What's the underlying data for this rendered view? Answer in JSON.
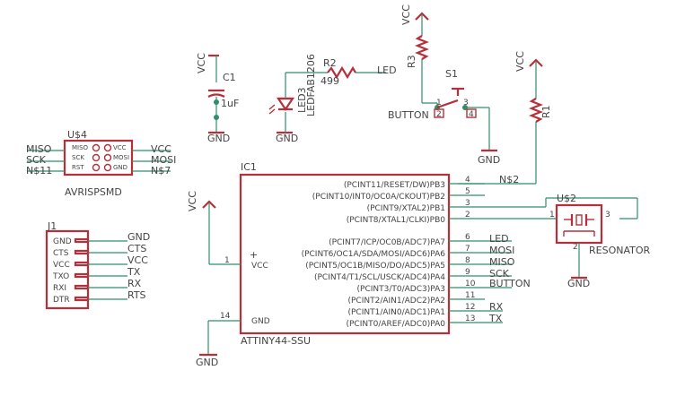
{
  "colors": {
    "part": "#b5303a",
    "wire": "#2e8f6a",
    "text": "#444444",
    "background": "#ffffff"
  },
  "supplies": {
    "vcc": "VCC",
    "gnd": "GND"
  },
  "c1": {
    "name": "C1",
    "value": "1uF"
  },
  "r2": {
    "name": "R2",
    "value": "499"
  },
  "led": {
    "name": "LED3",
    "value": "LEDFAB1206"
  },
  "r3": {
    "name": "R3"
  },
  "r1": {
    "name": "R1"
  },
  "s1": {
    "name": "S1",
    "pin1": "1",
    "pin2": "2",
    "pin3": "3",
    "pin4": "4"
  },
  "button_label": "BUTTON",
  "led_net": "LED",
  "isp": {
    "name": "U$4",
    "value": "AVRISPSMD",
    "pins_left": [
      "MISO",
      "SCK",
      "RST"
    ],
    "pins_right": [
      "VCC",
      "MOSI",
      "GND"
    ],
    "nets_left": [
      "MISO",
      "SCK",
      "N$11"
    ],
    "nets_right": [
      "VCC",
      "MOSI",
      "N$7"
    ]
  },
  "j1": {
    "name": "J1",
    "pins": [
      "GND",
      "CTS",
      "VCC",
      "TXO",
      "RXI",
      "DTR"
    ],
    "nets": [
      "GND",
      "CTS",
      "VCC",
      "TX",
      "RX",
      "RTS"
    ]
  },
  "ic1": {
    "name": "IC1",
    "value": "ATTINY44-SSU",
    "vcc_pin": "1",
    "vcc_label": "VCC",
    "plus": "+",
    "gnd_pin": "14",
    "gnd_label": "GND",
    "pins": [
      {
        "label": "(PCINT11/RESET/DW)PB3",
        "num": "4",
        "net": ""
      },
      {
        "label": "(PCINT10/INT0/OC0A/CKOUT)PB2",
        "num": "5",
        "net": ""
      },
      {
        "label": "(PCINT9/XTAL2)PB1",
        "num": "3",
        "net": ""
      },
      {
        "label": "(PCINT8/XTAL1/CLKI)PB0",
        "num": "2",
        "net": ""
      },
      {
        "label": "(PCINT7/ICP/OC0B/ADC7)PA7",
        "num": "6",
        "net": "LED"
      },
      {
        "label": "(PCINT6/OC1A/SDA/MOSI/ADC6)PA6",
        "num": "7",
        "net": "MOSI"
      },
      {
        "label": "(PCINT5/OC1B/MISO/DO/ADC5)PA5",
        "num": "8",
        "net": "MISO"
      },
      {
        "label": "(PCINT4/T1/SCL/USCK/ADC4)PA4",
        "num": "9",
        "net": "SCK"
      },
      {
        "label": "(PCINT3/T0/ADC3)PA3",
        "num": "10",
        "net": "BUTTON"
      },
      {
        "label": "(PCINT2/AIN1/ADC2)PA2",
        "num": "11",
        "net": ""
      },
      {
        "label": "(PCINT1/AIN0/ADC1)PA1",
        "num": "12",
        "net": "RX"
      },
      {
        "label": "(PCINT0/AREF/ADC0)PA0",
        "num": "13",
        "net": "TX"
      }
    ]
  },
  "ns2": "N$2",
  "resonator": {
    "name": "U$2",
    "value": "RESONATOR",
    "pin1": "1",
    "pin2": "2",
    "pin3": "3"
  }
}
